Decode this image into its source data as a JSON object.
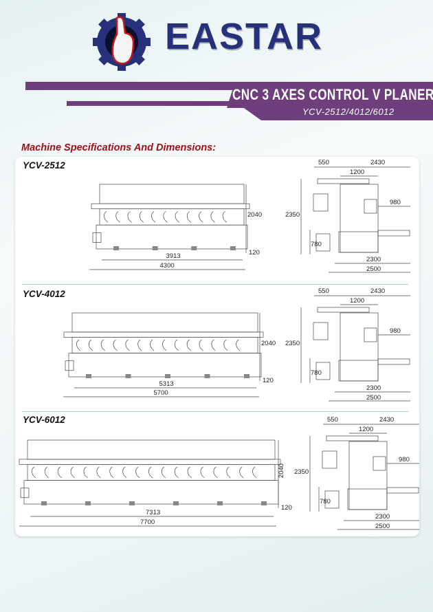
{
  "brand": {
    "logo_text": "EASTAR"
  },
  "header": {
    "title": "CNC 3 AXES CONTROL V PLANER",
    "subtitle": "YCV-2512/4012/6012"
  },
  "section_heading": "Machine Specifications And Dimensions:",
  "colors": {
    "purple": "#6e3f7c",
    "heading_red": "#a0101a",
    "logo_blue": "#27317a"
  },
  "models": [
    {
      "name": "YCV-2512",
      "front": {
        "inner_length": "3913",
        "total_length": "4300",
        "height": "2040",
        "foot": "120"
      },
      "side": {
        "d550": "550",
        "d2430": "2430",
        "d1200": "1200",
        "d980": "980",
        "d2350": "2350",
        "d780": "780",
        "d2300": "2300",
        "d2500": "2500"
      }
    },
    {
      "name": "YCV-4012",
      "front": {
        "inner_length": "5313",
        "total_length": "5700",
        "height": "2040",
        "foot": "120"
      },
      "side": {
        "d550": "550",
        "d2430": "2430",
        "d1200": "1200",
        "d980": "980",
        "d2350": "2350",
        "d780": "780",
        "d2300": "2300",
        "d2500": "2500"
      }
    },
    {
      "name": "YCV-6012",
      "front": {
        "inner_length": "7313",
        "total_length": "7700",
        "height": "2040",
        "foot": "120"
      },
      "side": {
        "d550": "550",
        "d2430": "2430",
        "d1200": "1200",
        "d980": "980",
        "d2350": "2350",
        "d780": "780",
        "d2300": "2300",
        "d2500": "2500"
      }
    }
  ]
}
